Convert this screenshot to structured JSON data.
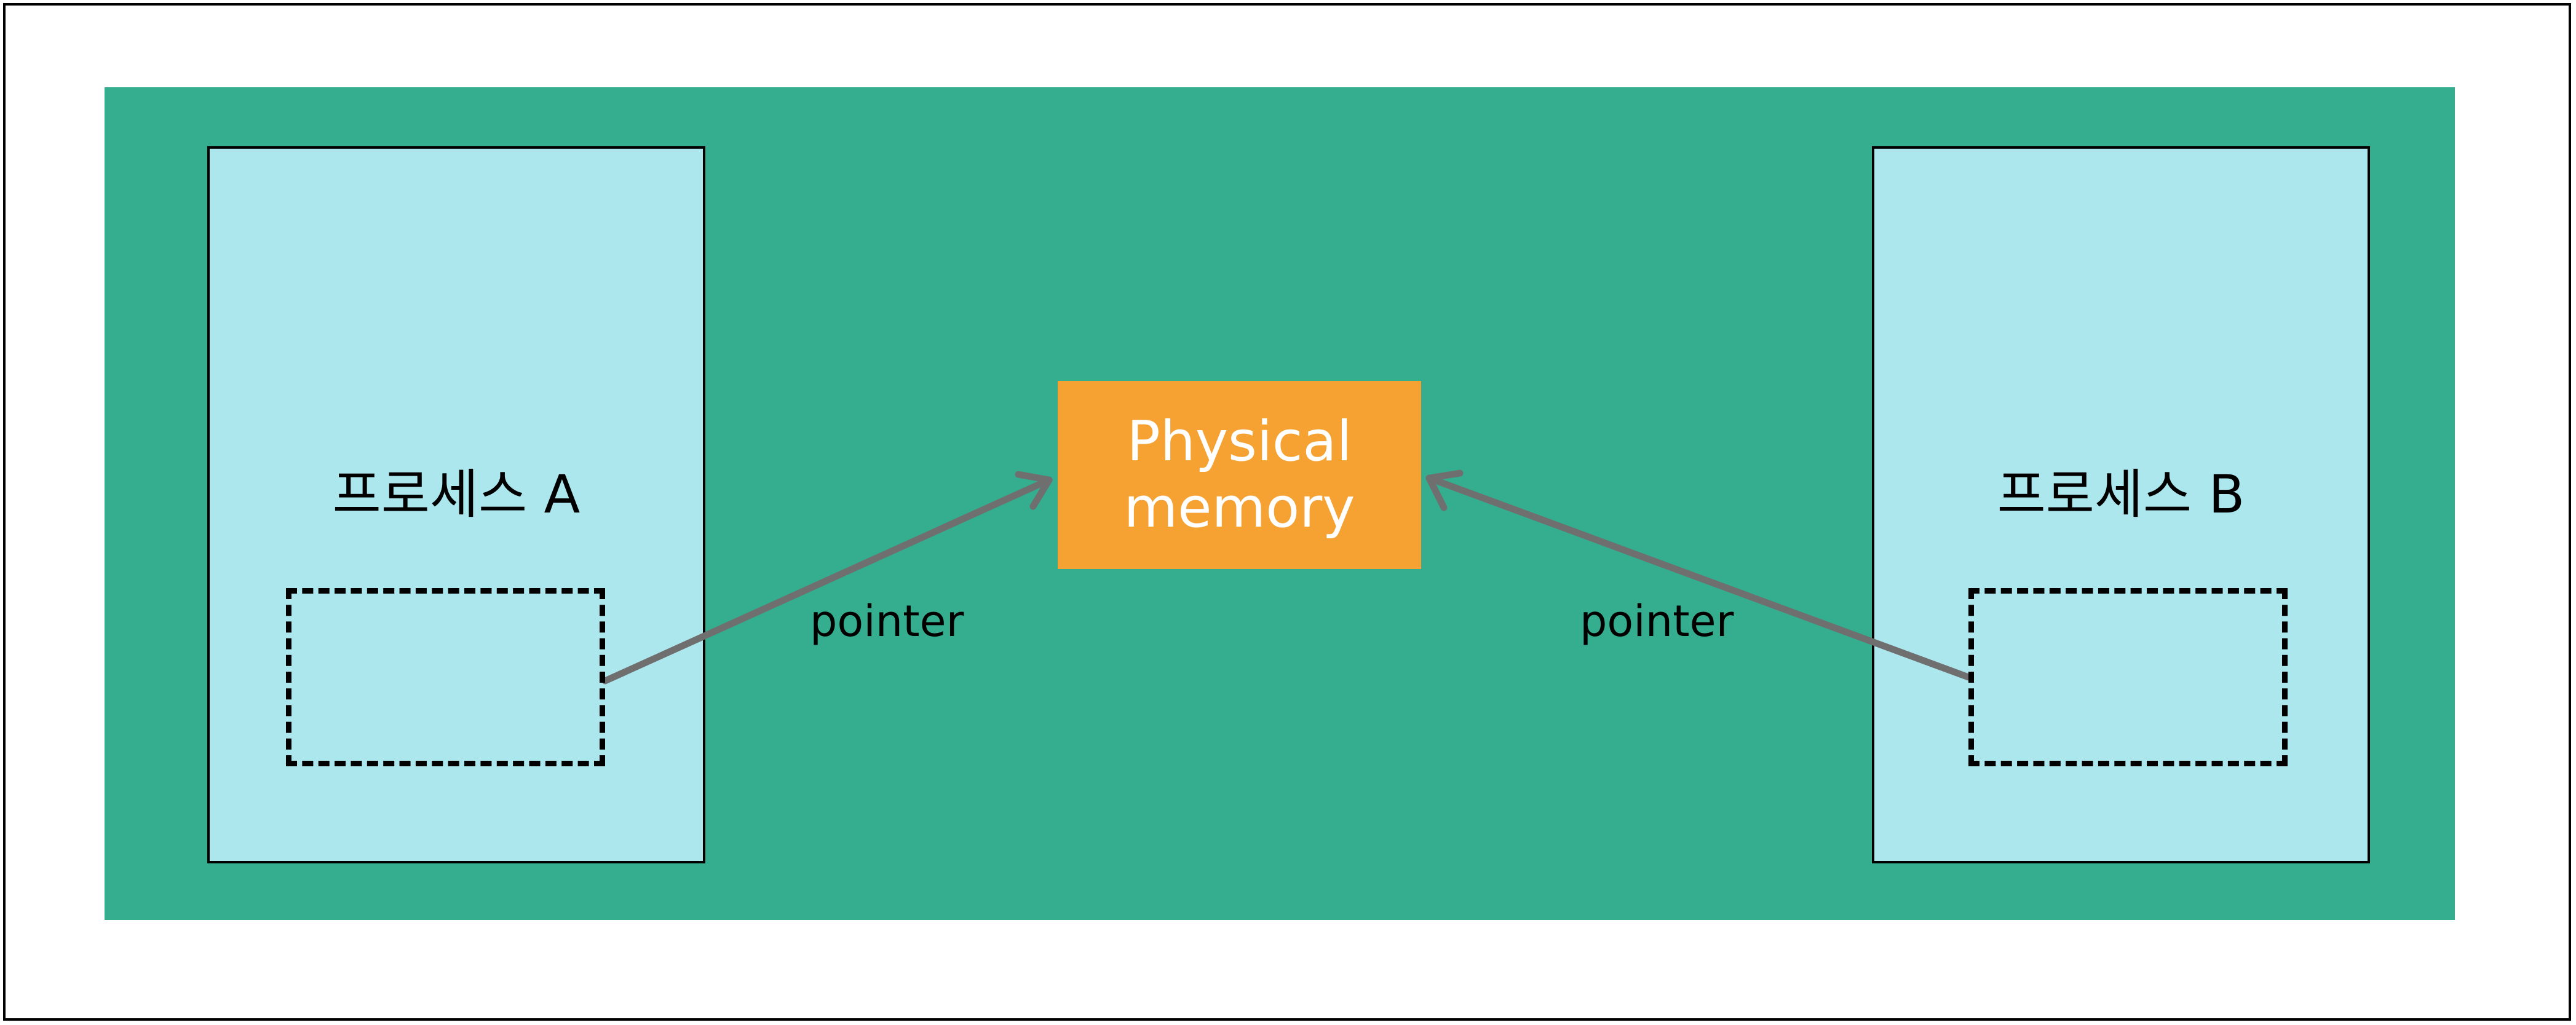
{
  "diagram": {
    "process_a": {
      "label": "프로세스 A"
    },
    "process_b": {
      "label": "프로세스 B"
    },
    "memory": {
      "line1": "Physical",
      "line2": "memory"
    },
    "arrow_a": {
      "label": "pointer"
    },
    "arrow_b": {
      "label": "pointer"
    }
  },
  "colors": {
    "panel": "#35ad8f",
    "process_box": "#ade7ee",
    "memory_box": "#f5a233",
    "arrow": "#6f6f6f"
  }
}
